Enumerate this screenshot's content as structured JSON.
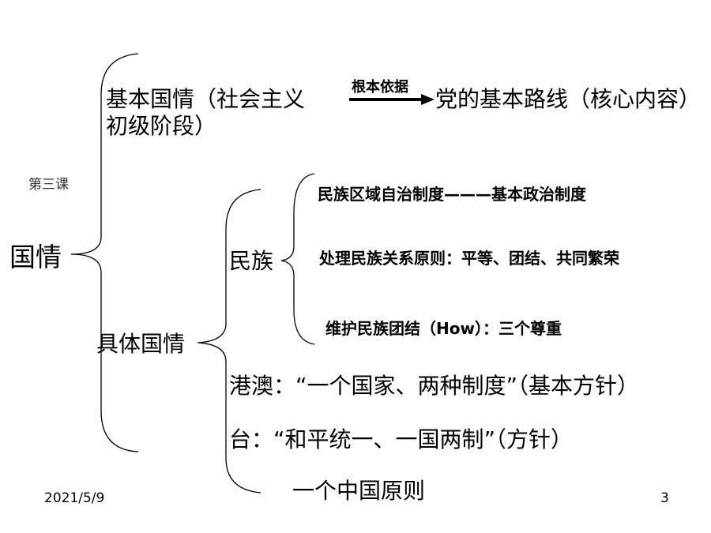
{
  "slide": {
    "lesson": "第三课",
    "root": "国情",
    "basic": {
      "line1": "基本国情（社会主义",
      "line2": "初级阶段）",
      "arrow_label": "根本依据",
      "target": "党的基本路线（核心内容）"
    },
    "specific": {
      "label": "具体国情",
      "ethnic": {
        "label": "民族",
        "items": [
          "民族区域自治制度———基本政治制度",
          "处理民族关系原则：平等、团结、共同繁荣",
          "维护民族团结（How）：三个尊重"
        ]
      },
      "hk_macao": "港澳：“一个国家、两种制度”（基本方针）",
      "taiwan": "台：“和平统一、一国两制”（方针）",
      "one_china": "一个中国原则"
    }
  },
  "footer": {
    "date": "2021/5/9",
    "page_number": "3"
  }
}
